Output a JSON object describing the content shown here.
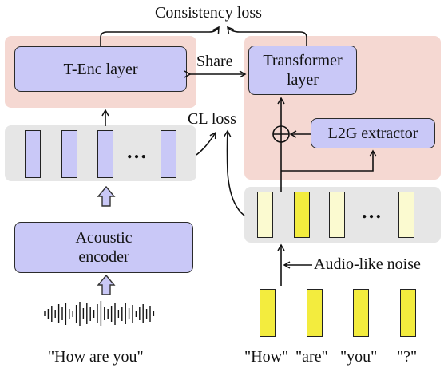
{
  "title": "Consistency loss",
  "share_label": "Share",
  "cl_loss_label": "CL loss",
  "left": {
    "tenc_label": "T-Enc layer",
    "acoustic_label_line1": "Acoustic",
    "acoustic_label_line2": "encoder",
    "ellipsis": "…",
    "caption": "\"How are you\""
  },
  "right": {
    "transformer_label_line1": "Transformer",
    "transformer_label_line2": "layer",
    "l2g_label": "L2G extractor",
    "noise_label": "Audio-like noise",
    "ellipsis": "…",
    "captions": [
      "\"How\"",
      "\"are\"",
      "\"you\"",
      "\"?\""
    ]
  },
  "colors": {
    "block_fill": "#c9c8f7",
    "pink_panel": "#f5d8d2",
    "gray_panel": "#e6e6e6",
    "yellow_bright": "#f3ec3e",
    "yellow_pale": "#fbfad0"
  },
  "icons": [
    "waveform-icon",
    "up-arrow-icon",
    "add-icon"
  ]
}
